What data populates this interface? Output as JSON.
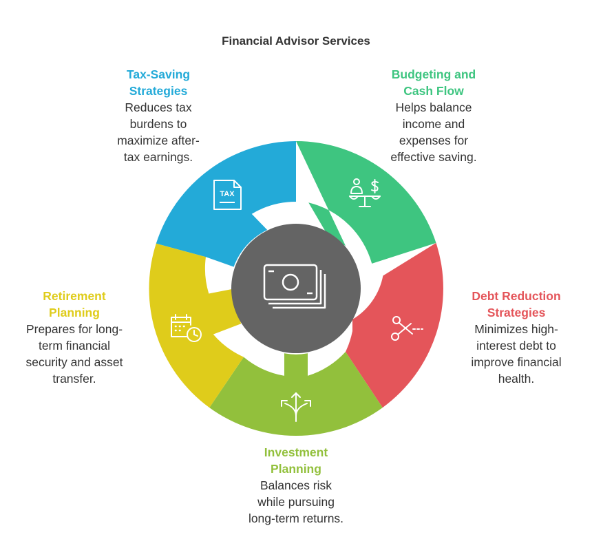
{
  "title": "Financial Advisor Services",
  "colors": {
    "tax": "#23aad8",
    "budget": "#3ec580",
    "debt": "#e4555a",
    "investment": "#92c03c",
    "retirement": "#dfcc1b",
    "center": "#646464"
  },
  "center": {
    "icon": "money-stack-icon"
  },
  "segments": [
    {
      "id": "tax",
      "heading": "Tax-Saving Strategies",
      "heading_lines": [
        "Tax-Saving",
        "Strategies"
      ],
      "desc_lines": [
        "Reduces tax",
        "burdens to",
        "maximize after-",
        "tax earnings."
      ],
      "description": "Reduces tax burdens to maximize after-tax earnings.",
      "icon": "tax-document-icon"
    },
    {
      "id": "budget",
      "heading": "Budgeting and Cash Flow",
      "heading_lines": [
        "Budgeting and",
        "Cash Flow"
      ],
      "desc_lines": [
        "Helps balance",
        "income and",
        "expenses for",
        "effective saving."
      ],
      "description": "Helps balance income and expenses for effective saving.",
      "icon": "balance-scale-icon"
    },
    {
      "id": "debt",
      "heading": "Debt Reduction Strategies",
      "heading_lines": [
        "Debt Reduction",
        "Strategies"
      ],
      "desc_lines": [
        "Minimizes high-",
        "interest debt to",
        "improve financial",
        "health."
      ],
      "description": "Minimizes high-interest debt to improve financial health.",
      "icon": "scissors-icon"
    },
    {
      "id": "investment",
      "heading": "Investment Planning",
      "heading_lines": [
        "Investment",
        "Planning"
      ],
      "desc_lines": [
        "Balances risk",
        "while pursuing",
        "long-term returns."
      ],
      "description": "Balances risk while pursuing long-term returns.",
      "icon": "diverging-arrows-icon"
    },
    {
      "id": "retirement",
      "heading": "Retirement Planning",
      "heading_lines": [
        "Retirement",
        "Planning"
      ],
      "desc_lines": [
        "Prepares for long-",
        "term financial",
        "security and asset",
        "transfer."
      ],
      "description": "Prepares for long-term financial security and asset transfer.",
      "icon": "calendar-clock-icon"
    }
  ]
}
